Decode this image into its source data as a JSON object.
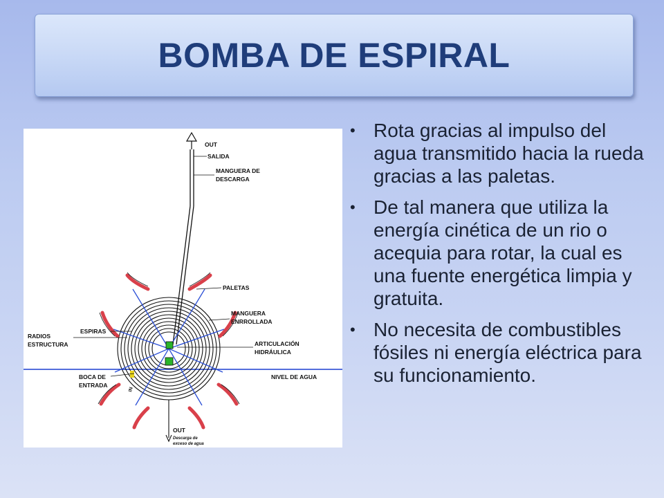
{
  "slide": {
    "title": "BOMBA DE ESPIRAL",
    "bullets": [
      "Rota gracias al impulso del agua transmitido hacia la rueda gracias a las paletas.",
      "De tal manera que utiliza la energía cinética de un rio o acequia para rotar, la cual es una fuente energética limpia y gratuita.",
      "No necesita de combustibles fósiles ni energía eléctrica para su funcionamiento."
    ]
  },
  "diagram": {
    "labels": {
      "out": "OUT",
      "salida": "SALIDA",
      "manguera_descarga_1": "MANGUERA DE",
      "manguera_descarga_2": "DESCARGA",
      "paletas": "PALETAS",
      "manguera_enrollada_1": "MANGUERA",
      "manguera_enrollada_2": "ENRROLLADA",
      "espiras": "ESPIRAS",
      "radios_1": "RADIOS",
      "radios_2": "ESTRUCTURA",
      "articulacion_1": "ARTICULACIÓN",
      "articulacion_2": "HIDRÁULICA",
      "boca_1": "BOCA DE",
      "boca_2": "ENTRADA",
      "nivel_agua": "NIVEL DE AGUA",
      "in": "IN",
      "out_bottom": "OUT",
      "descarga_1": "Descarga de",
      "descarga_2": "exceso de agua"
    },
    "colors": {
      "paddle": "#d9404a",
      "spoke": "#2b4fd6",
      "water": "#1c3fd0",
      "spiral": "#111111",
      "inlet": "#2bb52b"
    }
  }
}
